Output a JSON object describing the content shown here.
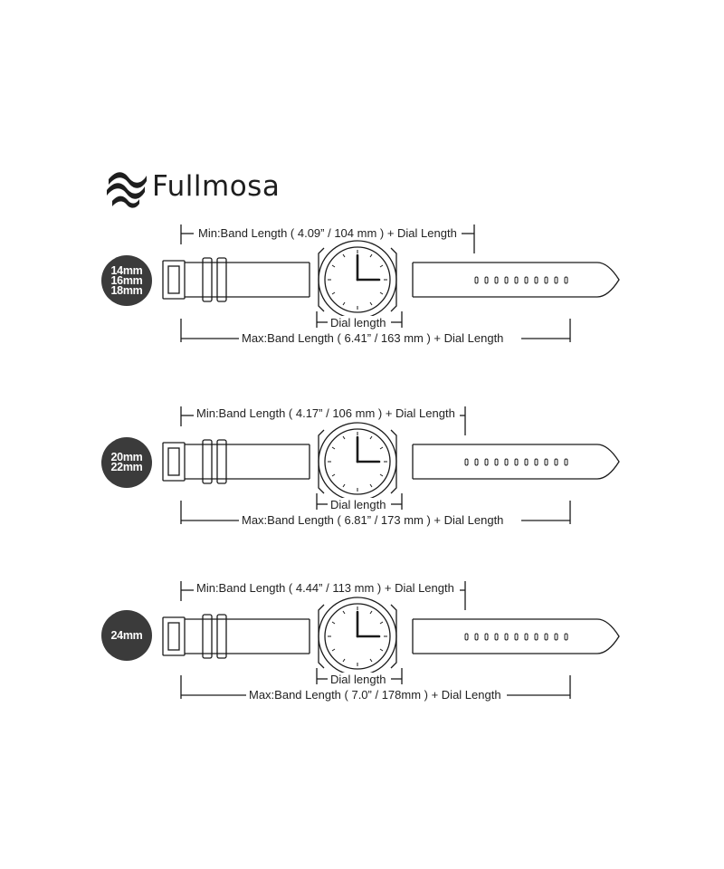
{
  "brand": {
    "name": "Fullmosa",
    "logo_icon": "wave-logo-icon"
  },
  "colors": {
    "line": "#1a1a1a",
    "badge": "#3b3b3b",
    "badge_text": "#ffffff"
  },
  "sizes": [
    {
      "badge": [
        "14mm",
        "16mm",
        "18mm"
      ],
      "min_label": "Min:Band Length ( 4.09” / 104 mm ) + Dial Length",
      "dial_label": "Dial length",
      "max_label": "Max:Band Length ( 6.41” / 163 mm ) + Dial Length"
    },
    {
      "badge": [
        "20mm",
        "22mm"
      ],
      "min_label": "Min:Band Length ( 4.17” / 106 mm ) + Dial Length",
      "dial_label": "Dial length",
      "max_label": "Max:Band Length ( 6.81” / 173 mm ) + Dial Length"
    },
    {
      "badge": [
        "24mm"
      ],
      "min_label": "Min:Band Length ( 4.44” / 113 mm ) + Dial Length",
      "dial_label": "Dial length",
      "max_label": "Max:Band Length ( 7.0” / 178mm ) + Dial Length"
    }
  ]
}
